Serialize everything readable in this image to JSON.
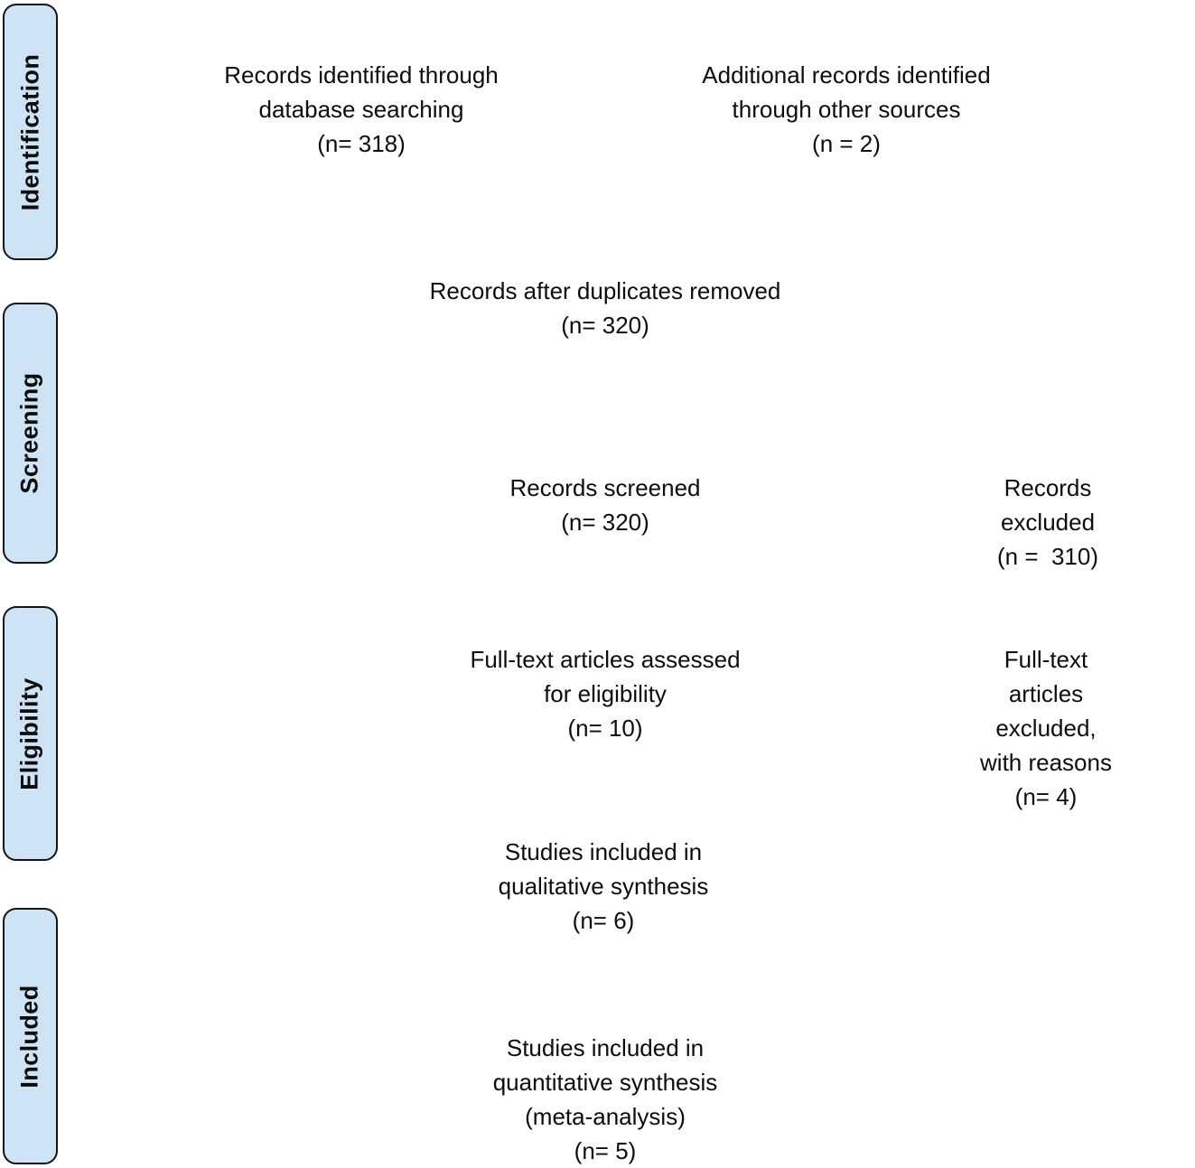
{
  "diagram": {
    "type": "PRISMA flow diagram",
    "colors": {
      "stage_fill": "#cee4f6",
      "stage_border": "#141414",
      "text": "#0d0d0d",
      "background": "#ffffff"
    },
    "sidebar": {
      "stages": [
        {
          "label": "Identification"
        },
        {
          "label": "Screening"
        },
        {
          "label": "Eligibility"
        },
        {
          "label": "Included"
        }
      ]
    },
    "flow": {
      "nodes": [
        {
          "id": "records-identified-database",
          "text": "Records identified through\ndatabase searching\n(n= 318)"
        },
        {
          "id": "additional-records-other-sources",
          "text": "Additional records identified\nthrough other sources\n(n = 2)"
        },
        {
          "id": "records-after-duplicates-removed",
          "text": "Records after duplicates removed\n(n= 320)"
        },
        {
          "id": "records-screened",
          "text": "Records screened\n(n= 320)"
        },
        {
          "id": "records-excluded",
          "text": "Records excluded\n(n =  310)"
        },
        {
          "id": "fulltext-articles-assessed",
          "text": "Full-text articles assessed\nfor eligibility\n(n= 10)"
        },
        {
          "id": "fulltext-articles-excluded",
          "text": "Full-text articles excluded,\nwith reasons\n(n= 4)"
        },
        {
          "id": "studies-qualitative-synthesis",
          "text": "Studies included in\nqualitative synthesis\n(n= 6)"
        },
        {
          "id": "studies-quantitative-synthesis",
          "text": "Studies included in\nquantitative synthesis\n(meta-analysis)\n(n= 5)"
        }
      ]
    }
  }
}
